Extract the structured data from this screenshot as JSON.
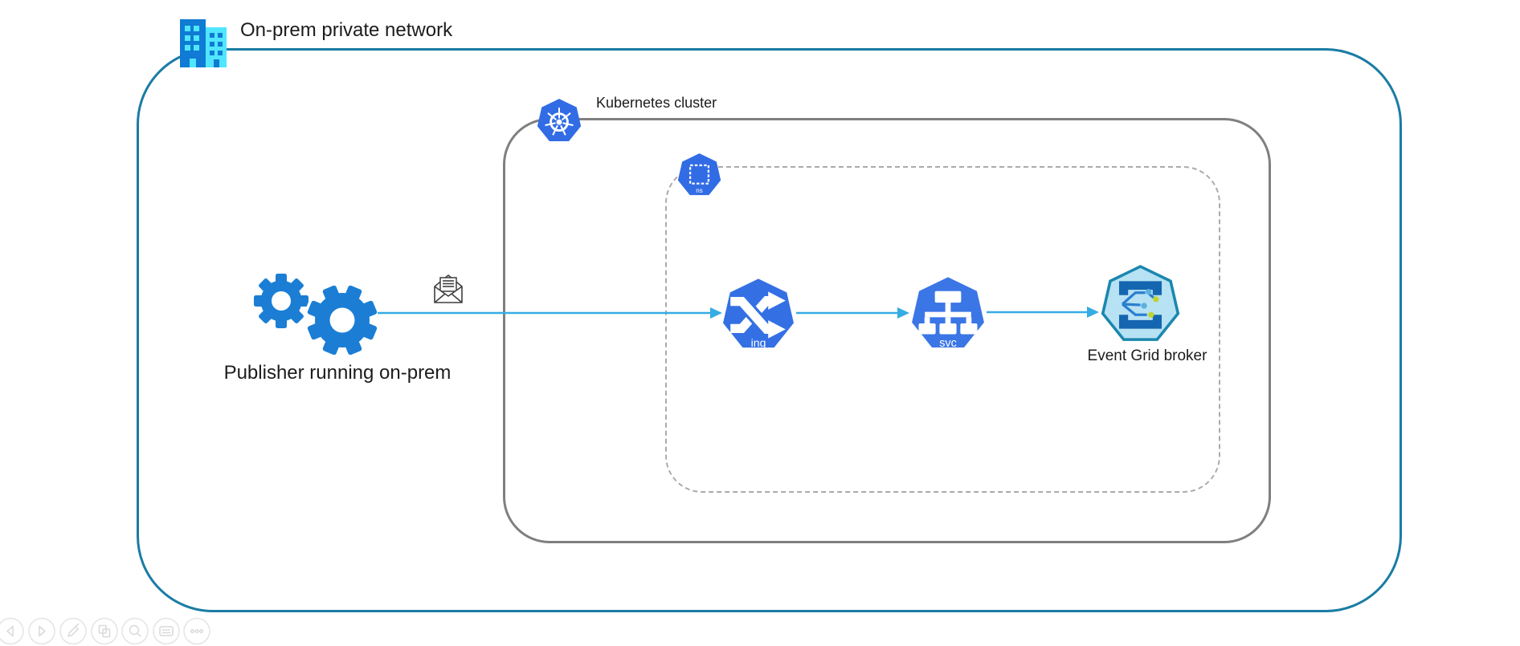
{
  "outer_network": {
    "label": "On-prem private network"
  },
  "kubernetes_cluster": {
    "label": "Kubernetes cluster"
  },
  "namespace": {
    "badge": "ns"
  },
  "publisher": {
    "label": "Publisher running on-prem"
  },
  "ingress": {
    "badge": "ing"
  },
  "service": {
    "badge": "svc"
  },
  "event_grid_broker": {
    "label": "Event Grid broker"
  },
  "toolbar": {
    "icons": [
      "back-icon",
      "forward-icon",
      "pencil-icon",
      "copy-icon",
      "zoom-icon",
      "keyboard-icon",
      "ellipsis-icon"
    ]
  },
  "colors": {
    "outerBorder": "#1a7ca4",
    "clusterBorder": "#7f7f7f",
    "nsBorder": "#ababab",
    "k8sBlue": "#326ce5",
    "ingBlue": "#3470e4",
    "svcBlue": "#3b76e6",
    "gearBlue": "#1b7ed4",
    "arrowBlue": "#35ace4",
    "brokerFill": "#b7e2f3",
    "brokerStroke": "#1b87af",
    "brokerDark": "#1566b0",
    "brokerLine": "#2a7fd0",
    "dotBlue": "#5ab1e0",
    "dotYellow": "#c0d32e",
    "buildingDark": "#0f7bd4",
    "buildingLight": "#50e6ff",
    "envelopeOutline": "#3f3f3f",
    "textDark": "#1c1c1c",
    "toolbarCircle": "#e4e4e4",
    "toolbarGlyph": "#d9d9d9"
  }
}
